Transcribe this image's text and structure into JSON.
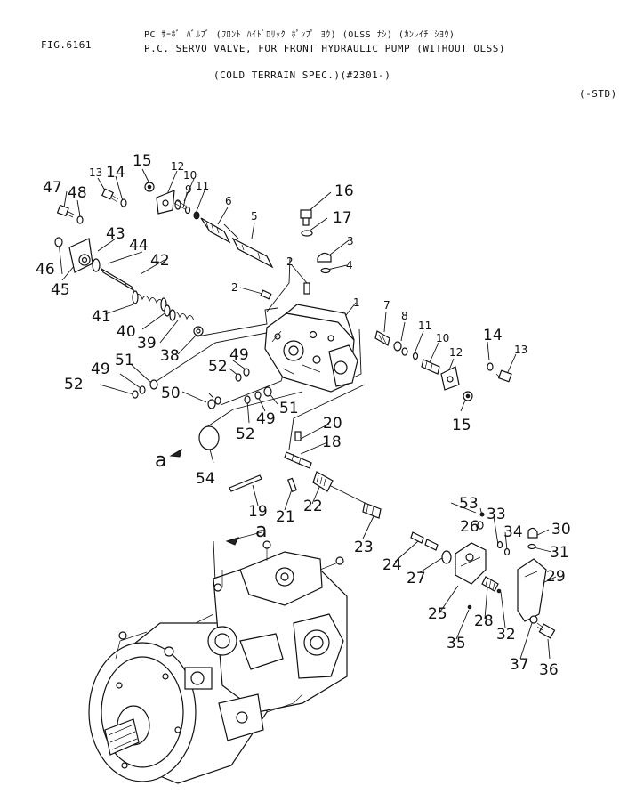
{
  "header": {
    "fig": "FIG.6161",
    "title_jp": "PC ｻｰﾎﾞ ﾊﾞﾙﾌﾞ (ﾌﾛﾝﾄ ﾊｲﾄﾞﾛﾘｯｸ ﾎﾟﾝﾌﾟ ﾖｳ) (OLSS ﾅｼ) (ｶﾝﾚｲﾁ ｼﾖｳ)",
    "title_en": "P.C. SERVO VALVE, FOR FRONT HYDRAULIC PUMP (WITHOUT OLSS)",
    "subtitle": "(COLD TERRAIN SPEC.)(#2301-)",
    "std": "(-STD)"
  },
  "callouts": {
    "c1": "1",
    "c2a": "2",
    "c2b": "2",
    "c3": "3",
    "c4": "4",
    "c5": "5",
    "c6": "6",
    "c7": "7",
    "c8": "8",
    "c9": "9",
    "c10a": "10",
    "c10b": "10",
    "c11a": "11",
    "c11b": "11",
    "c12a": "12",
    "c12b": "12",
    "c13a": "13",
    "c13b": "13",
    "c14a": "14",
    "c14b": "14",
    "c15a": "15",
    "c15b": "15",
    "c16": "16",
    "c17": "17",
    "c18": "18",
    "c19": "19",
    "c20": "20",
    "c21": "21",
    "c22": "22",
    "c23": "23",
    "c24": "24",
    "c25": "25",
    "c26": "26",
    "c27": "27",
    "c28": "28",
    "c29": "29",
    "c30": "30",
    "c31": "31",
    "c32": "32",
    "c33": "33",
    "c34": "34",
    "c35": "35",
    "c36": "36",
    "c37": "37",
    "c38": "38",
    "c39": "39",
    "c40": "40",
    "c41": "41",
    "c42": "42",
    "c43": "43",
    "c44": "44",
    "c45": "45",
    "c46": "46",
    "c47": "47",
    "c48": "48",
    "c49a": "49",
    "c49b": "49",
    "c49c": "49",
    "c50": "50",
    "c51a": "51",
    "c51b": "51",
    "c52a": "52",
    "c52b": "52",
    "c52c": "52",
    "c53": "53",
    "c54": "54",
    "ref_a1": "a",
    "ref_a2": "a"
  }
}
